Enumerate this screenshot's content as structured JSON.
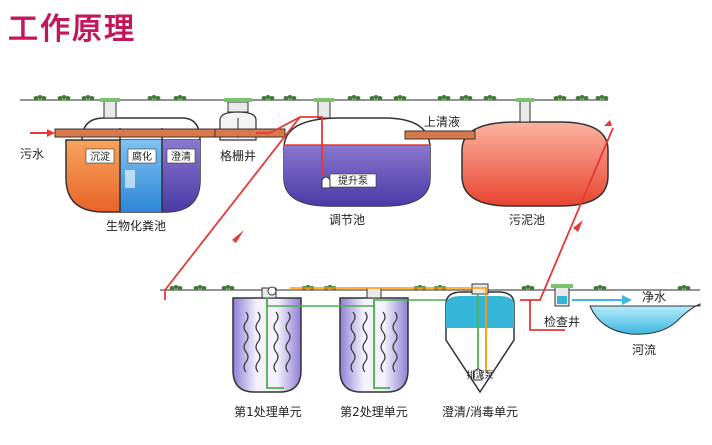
{
  "title": "工作原理",
  "labels": {
    "inflow": "污水",
    "septic_tank": "生物化粪池",
    "compartment_1": "沉淀",
    "compartment_2": "腐化",
    "compartment_3": "澄清",
    "grid_well": "格栅井",
    "supernatant": "上清液",
    "lift_pump": "提升泵",
    "regulating_tank": "调节池",
    "sludge_tank": "污泥池",
    "unit_1": "第1处理单元",
    "unit_2": "第2处理单元",
    "clarify_unit": "澄清/消毒单元",
    "return_pump": "排泥泵",
    "inspection_well": "检查井",
    "clean_water": "净水",
    "river": "河流"
  },
  "colors": {
    "title": "#c2185b",
    "pipe": "#e53935",
    "septic_orange": "#e8632a",
    "septic_blue": "#2f86d6",
    "septic_purple": "#5a3fa0",
    "regulating": "#4a3aa6",
    "sludge": "#ee4f3a",
    "water": "#4fc3e6",
    "grass": "#2e7d32"
  }
}
